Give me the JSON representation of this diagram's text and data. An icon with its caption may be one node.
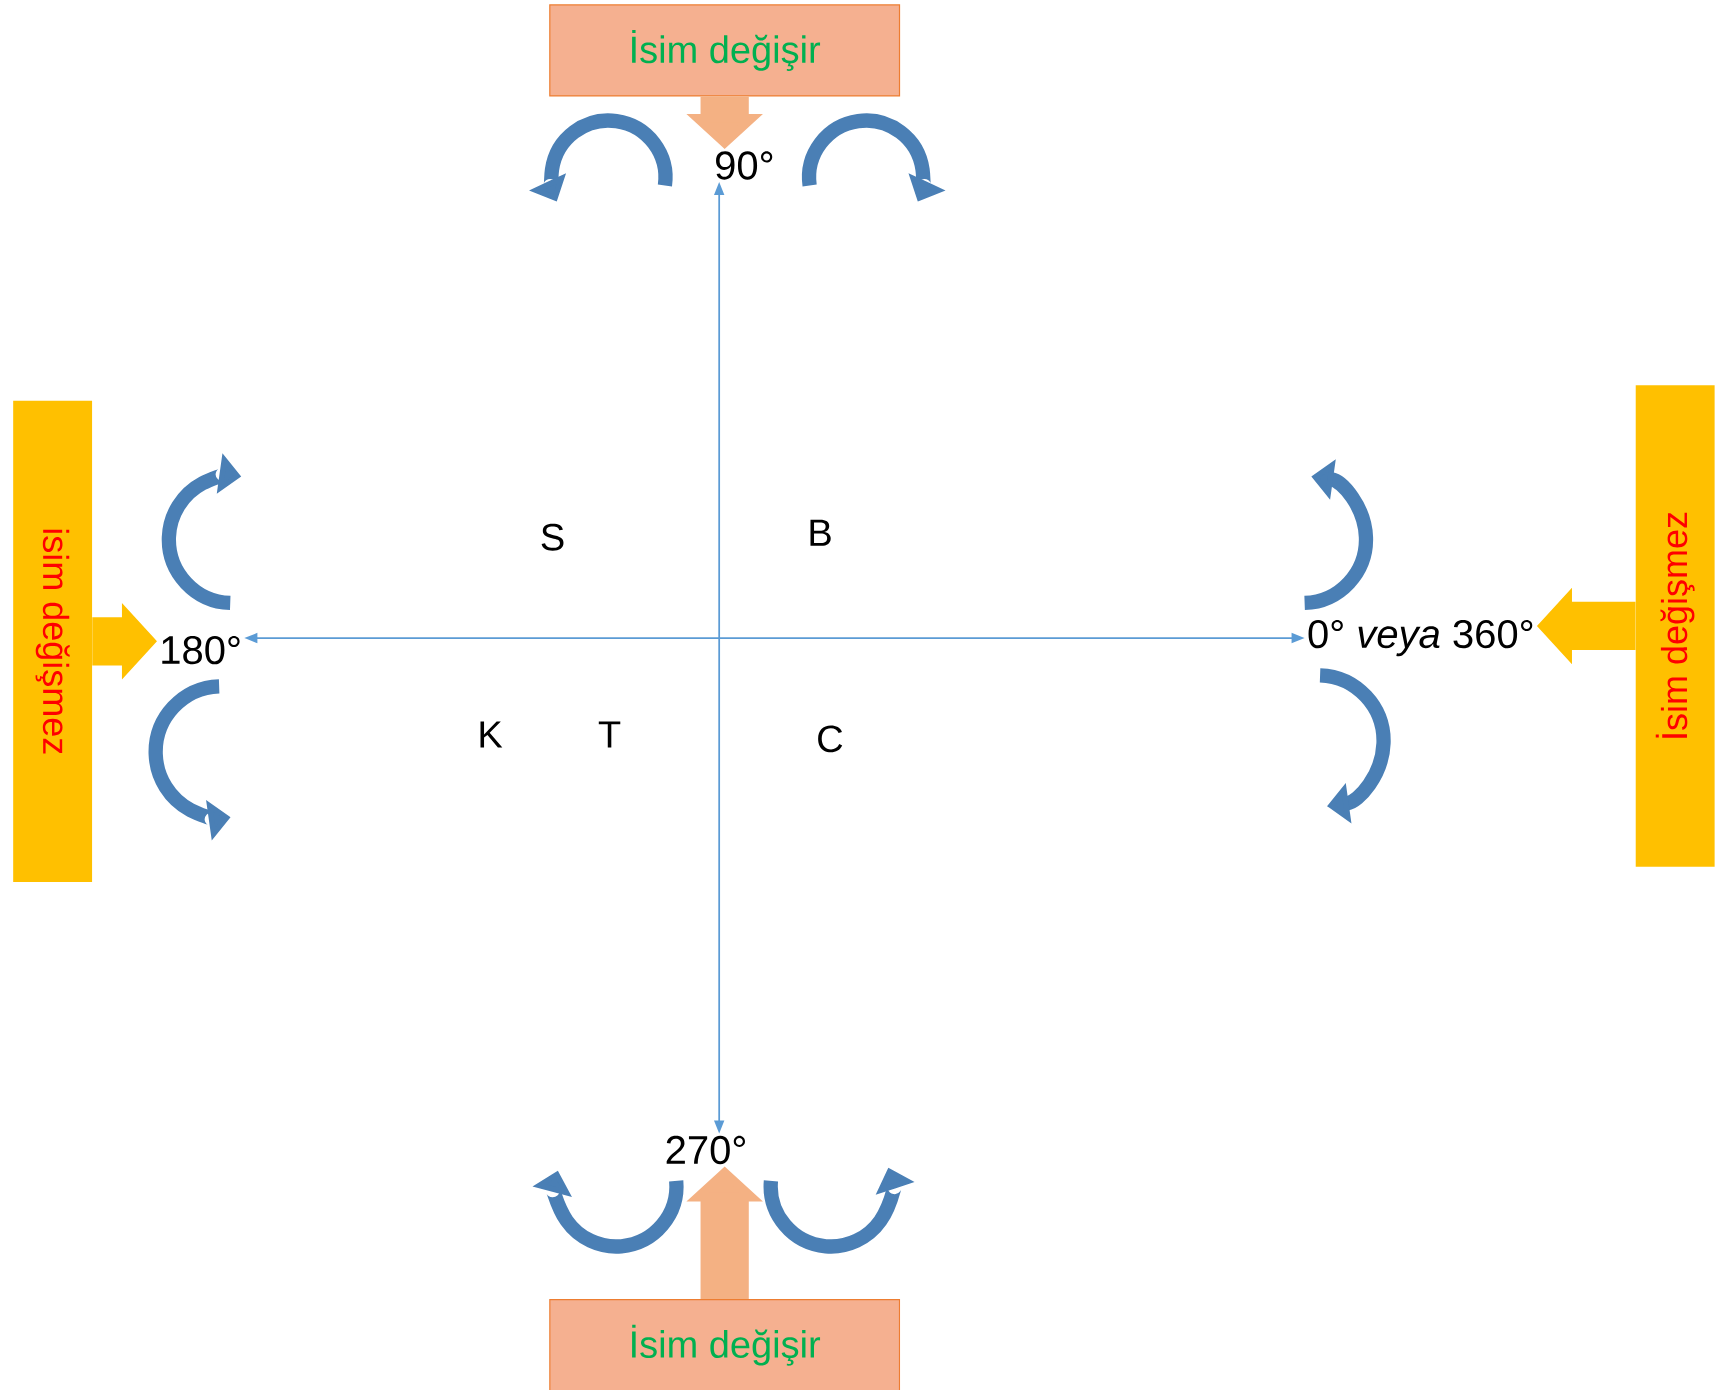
{
  "diagram": {
    "nodes": [
      {
        "text": [
          "İsim değişir"
        ]
      },
      {
        "text": [
          "90°"
        ]
      },
      {
        "text": [
          "180°"
        ]
      },
      {
        "text": [
          "0° *veya* 360°"
        ]
      },
      {
        "text": [
          "270°"
        ]
      },
      {
        "text": [
          "İsim değişir"
        ]
      },
      {
        "text": [
          "isim değişmez"
        ]
      },
      {
        "text": [
          "İsim değişmez"
        ]
      }
    ],
    "edges": [
      {
        "from": 0,
        "to": 1,
        "arrow": "to",
        "color": "#f4b183"
      },
      {
        "from": 5,
        "to": 4,
        "arrow": "to",
        "color": "#f4b183"
      },
      {
        "from": 6,
        "to": 2,
        "arrow": "to",
        "color": "#ffc000"
      },
      {
        "from": 7,
        "to": 3,
        "arrow": "to",
        "color": "#ffc000"
      },
      {
        "from": 2,
        "to": 3,
        "arrow": "both",
        "color": "#5b9bd5"
      },
      {
        "from": 4,
        "to": 1,
        "arrow": "both",
        "color": "#5b9bd5"
      }
    ],
    "labels": [
      "S",
      "B",
      "K",
      "T",
      "C"
    ]
  }
}
